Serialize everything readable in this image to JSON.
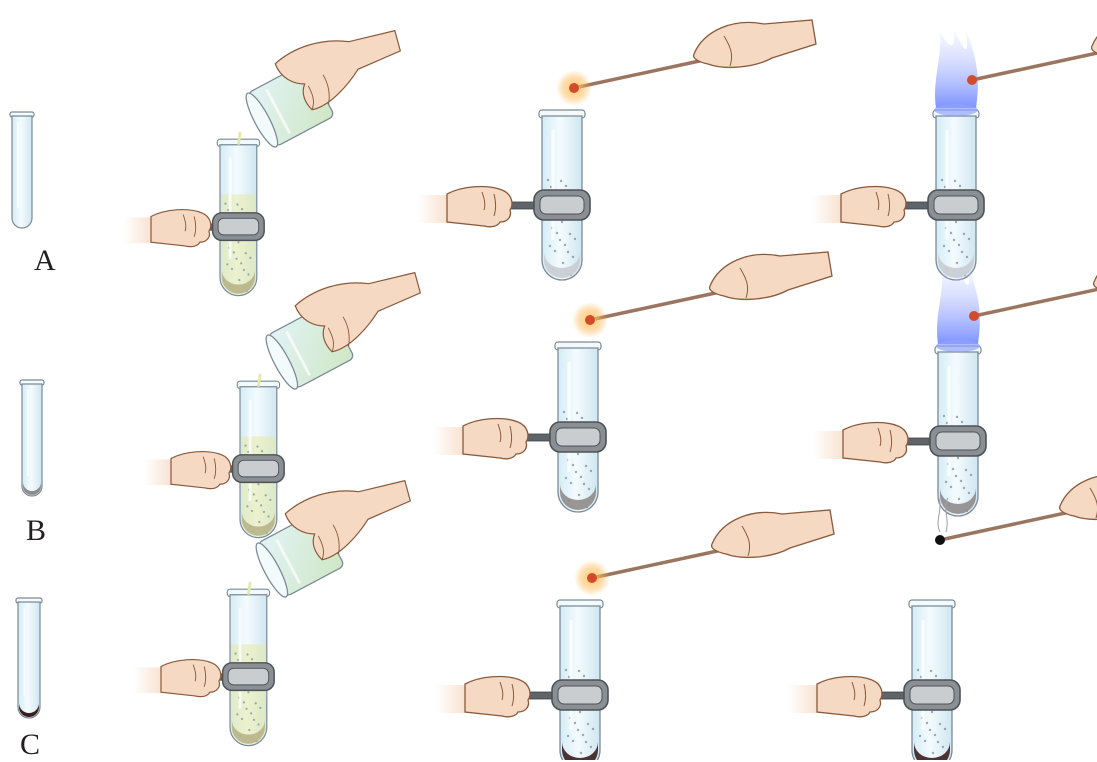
{
  "rows": [
    {
      "label": "A",
      "residue_color": "#c8ccd2",
      "final_step": "flame"
    },
    {
      "label": "B",
      "residue_color": "#8f8c8a",
      "final_step": "flame"
    },
    {
      "label": "C",
      "residue_color": "#3b1f1f",
      "final_step": "extinguished"
    }
  ],
  "colors": {
    "tube_glass": "#e9f5fb",
    "tube_outline": "#7a8a96",
    "liquid": "#e6e9a6",
    "skin": "#f6d9c2",
    "skin_outline": "#8a5a3c",
    "clamp": "#8a8f93",
    "glow": "#ffb347",
    "blue_flame": "#8ea3ff",
    "ember": "#d24b2a"
  },
  "icons": [
    "test-tube-icon",
    "beaker-icon",
    "hand-icon",
    "clamp-icon",
    "splint-icon",
    "flame-icon",
    "smoke-icon"
  ]
}
